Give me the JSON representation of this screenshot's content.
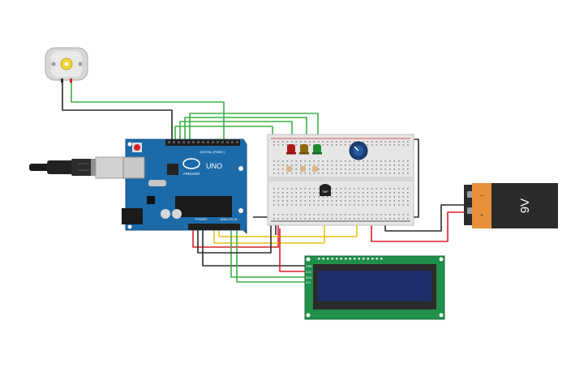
{
  "arduino": {
    "logo": "UNO",
    "brand": "ARDUINO",
    "digital_label": "DIGITAL (PWM~)",
    "power_label": "POWER",
    "analog_label": "ANALOG IN"
  },
  "battery": {
    "label": "9V",
    "minus": "−",
    "plus": "+"
  },
  "lcd": {
    "pins": [
      "GND",
      "VCC",
      "SDA",
      "SCL"
    ]
  },
  "sensor": {
    "label": "TMP"
  },
  "colors": {
    "wire_green": "#3cb043",
    "wire_red": "#d81f26",
    "wire_black": "#2a2a2a",
    "wire_yellow": "#e8c21a",
    "arduino_blue": "#1d6aa8",
    "lcd_green": "#1f8f4a",
    "lcd_screen": "#1e2f6b",
    "battery_orange": "#e8913a",
    "battery_black": "#2b2b2b"
  },
  "components": [
    "dc-motor",
    "arduino-uno",
    "breadboard",
    "red-led",
    "yellow-led",
    "green-led",
    "potentiometer",
    "temperature-sensor",
    "lcd-16x2-i2c",
    "9v-battery",
    "usb-cable"
  ]
}
